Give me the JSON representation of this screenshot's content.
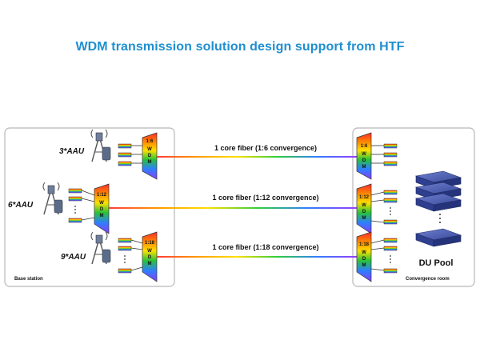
{
  "title": "WDM transmission solution design support from HTF",
  "base_station": {
    "label": "Base station",
    "groups": [
      {
        "aau": "3*AAU",
        "ratio": "1:6",
        "fiber": "1 core fiber (1:6 convergence)"
      },
      {
        "aau": "6*AAU",
        "ratio": "1:12",
        "fiber": "1 core fiber (1:12 convergence)"
      },
      {
        "aau": "9*AAU",
        "ratio": "1:18",
        "fiber": "1 core fiber (1:18 convergence)"
      }
    ]
  },
  "mux_letters": [
    "W",
    "D",
    "M"
  ],
  "convergence_room": {
    "label": "Convergence room",
    "du_label": "DU Pool"
  },
  "colors": {
    "title": "#1f8fd0",
    "box_border": "#b8b8b8",
    "mux_top": "#ff2b2b",
    "mux_mid": "#ffe000",
    "mux_green": "#27c23a",
    "mux_blue": "#2f7fff",
    "mux_purple": "#8a3bff",
    "server": "#2f3f8f"
  }
}
